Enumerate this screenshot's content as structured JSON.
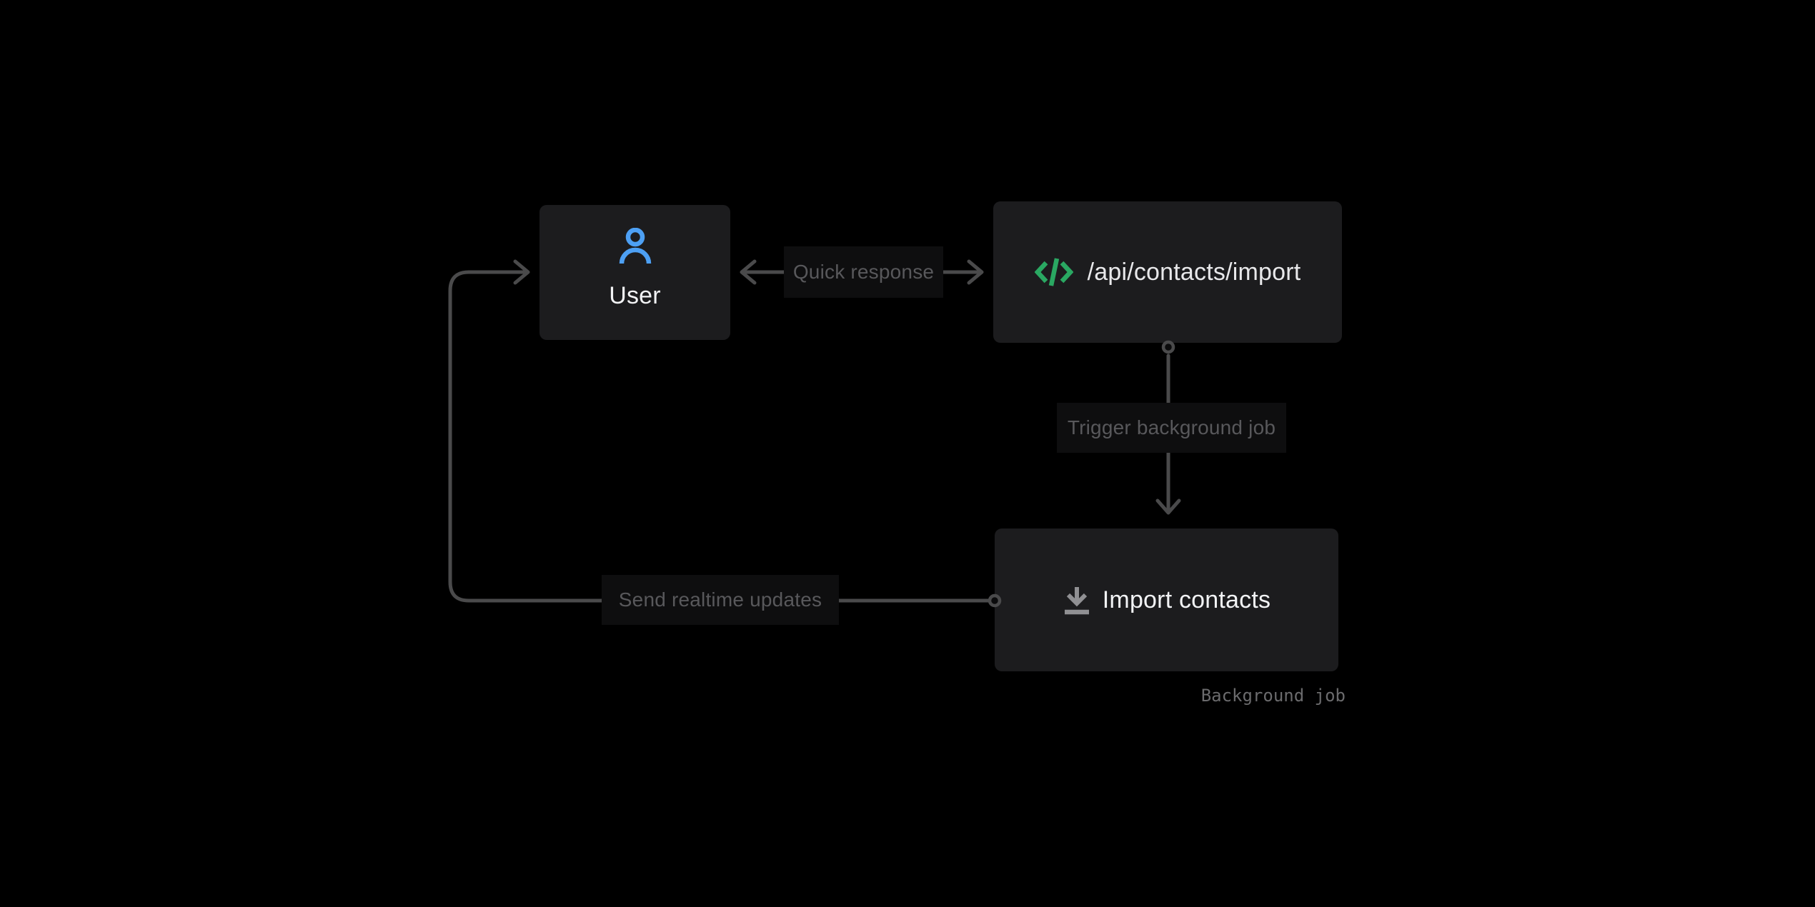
{
  "colors": {
    "background": "#000000",
    "node-bg": "#1c1c1e",
    "node-text": "#f2f3f5",
    "api-text": "#e8e8ea",
    "edge": "#4a4a4b",
    "edge-label-bg": "#0e0e0f",
    "edge-label-text": "#58585b",
    "annotation-text": "#6b6b6d",
    "user-blue": "#4da0f4",
    "code-green": "#2aa862",
    "download-gray": "#909093"
  },
  "nodes": {
    "user": {
      "label": "User",
      "icon": "user-icon"
    },
    "api": {
      "label": "/api/contacts/import",
      "icon": "code-icon"
    },
    "import": {
      "label": "Import contacts",
      "icon": "download-icon"
    }
  },
  "edges": {
    "quick": {
      "label": "Quick response",
      "direction": "bidirectional"
    },
    "trigger": {
      "label": "Trigger background job",
      "direction": "api-to-import"
    },
    "send": {
      "label": "Send realtime updates",
      "direction": "import-to-user"
    }
  },
  "annotations": {
    "background_job": "Background job"
  }
}
